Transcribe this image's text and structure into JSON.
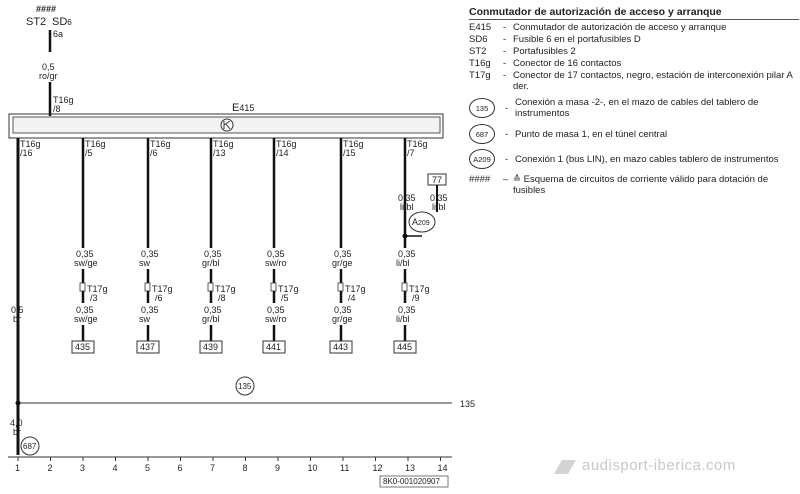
{
  "top": {
    "hash": "####",
    "st2": "ST2",
    "sd": "SD",
    "sd_sub": "6",
    "fuse_pin": "6a",
    "wire_gauge": "0,5",
    "wire_color": "ro/gr",
    "conn_code": "T16g",
    "conn_pin": "/8"
  },
  "component": {
    "label": "E",
    "sub": "415"
  },
  "circuits": [
    {
      "conn": "T16g",
      "pin": "/16",
      "gauge": "0,5",
      "color": "br"
    },
    {
      "conn": "T16g",
      "pin": "/5",
      "gauge1": "0,35",
      "color1": "sw/ge",
      "t17": "T17g",
      "t17pin": "/3",
      "gauge2": "0,35",
      "color2": "sw/ge",
      "ref": "435"
    },
    {
      "conn": "T16g",
      "pin": "/6",
      "gauge1": "0,35",
      "color1": "sw",
      "t17": "T17g",
      "t17pin": "/6",
      "gauge2": "0,35",
      "color2": "sw",
      "ref": "437"
    },
    {
      "conn": "T16g",
      "pin": "/13",
      "gauge1": "0,35",
      "color1": "gr/bl",
      "t17": "T17g",
      "t17pin": "/8",
      "gauge2": "0,35",
      "color2": "gr/bl",
      "ref": "439"
    },
    {
      "conn": "T16g",
      "pin": "/14",
      "gauge1": "0,35",
      "color1": "sw/ro",
      "t17": "T17g",
      "t17pin": "/5",
      "gauge2": "0,35",
      "color2": "sw/ro",
      "ref": "441"
    },
    {
      "conn": "T16g",
      "pin": "/15",
      "gauge1": "0,35",
      "color1": "gr/ge",
      "t17": "T17g",
      "t17pin": "/4",
      "gauge2": "0,35",
      "color2": "gr/ge",
      "ref": "443"
    },
    {
      "conn": "T16g",
      "pin": "/7",
      "gauge0": "0,35",
      "color0": "li/bl",
      "gauge1": "0,35",
      "color1": "li/bl",
      "t17": "T17g",
      "t17pin": "/9",
      "gauge2": "0,35",
      "color2": "li/bl",
      "ref": "445"
    }
  ],
  "branch": {
    "ref": "77",
    "gauge": "0,35",
    "color": "li/bl",
    "node": "A",
    "node_sub": "209"
  },
  "ground": {
    "bus_circle": "135",
    "bus_ref": "135",
    "gauge": "4,0",
    "color": "br",
    "point": "687"
  },
  "columns": [
    "1",
    "2",
    "3",
    "4",
    "5",
    "6",
    "7",
    "8",
    "9",
    "10",
    "11",
    "12",
    "13",
    "14"
  ],
  "doc_code": "8K0-001020907",
  "legend": {
    "title": "Conmutador de autorización de acceso y arranque",
    "items": [
      {
        "code": "E415",
        "desc": "Conmutador de autorización de acceso y arranque"
      },
      {
        "code": "SD6",
        "desc": "Fusible 6 en el portafusibles D"
      },
      {
        "code": "ST2",
        "desc": "Portafusibles 2"
      },
      {
        "code": "T16g",
        "desc": "Conector de 16 contactos"
      },
      {
        "code": "T17g",
        "desc": "Conector de 17 contactos, negro, estación de interconexión pilar A der."
      }
    ],
    "circles": [
      {
        "code": "135",
        "desc": "Conexión a masa -2-, en el mazo de cables del tablero de instrumentos"
      },
      {
        "code": "687",
        "desc": "Punto de masa 1, en el túnel central"
      },
      {
        "code": "A209",
        "desc": "Conexión 1 (bus LIN), en mazo cables tablero de instrumentos"
      }
    ],
    "hash": {
      "code": "####",
      "desc": "Esquema de circuitos de corriente válido para dotación de fusibles"
    }
  },
  "watermark": "audisport-iberica.com"
}
